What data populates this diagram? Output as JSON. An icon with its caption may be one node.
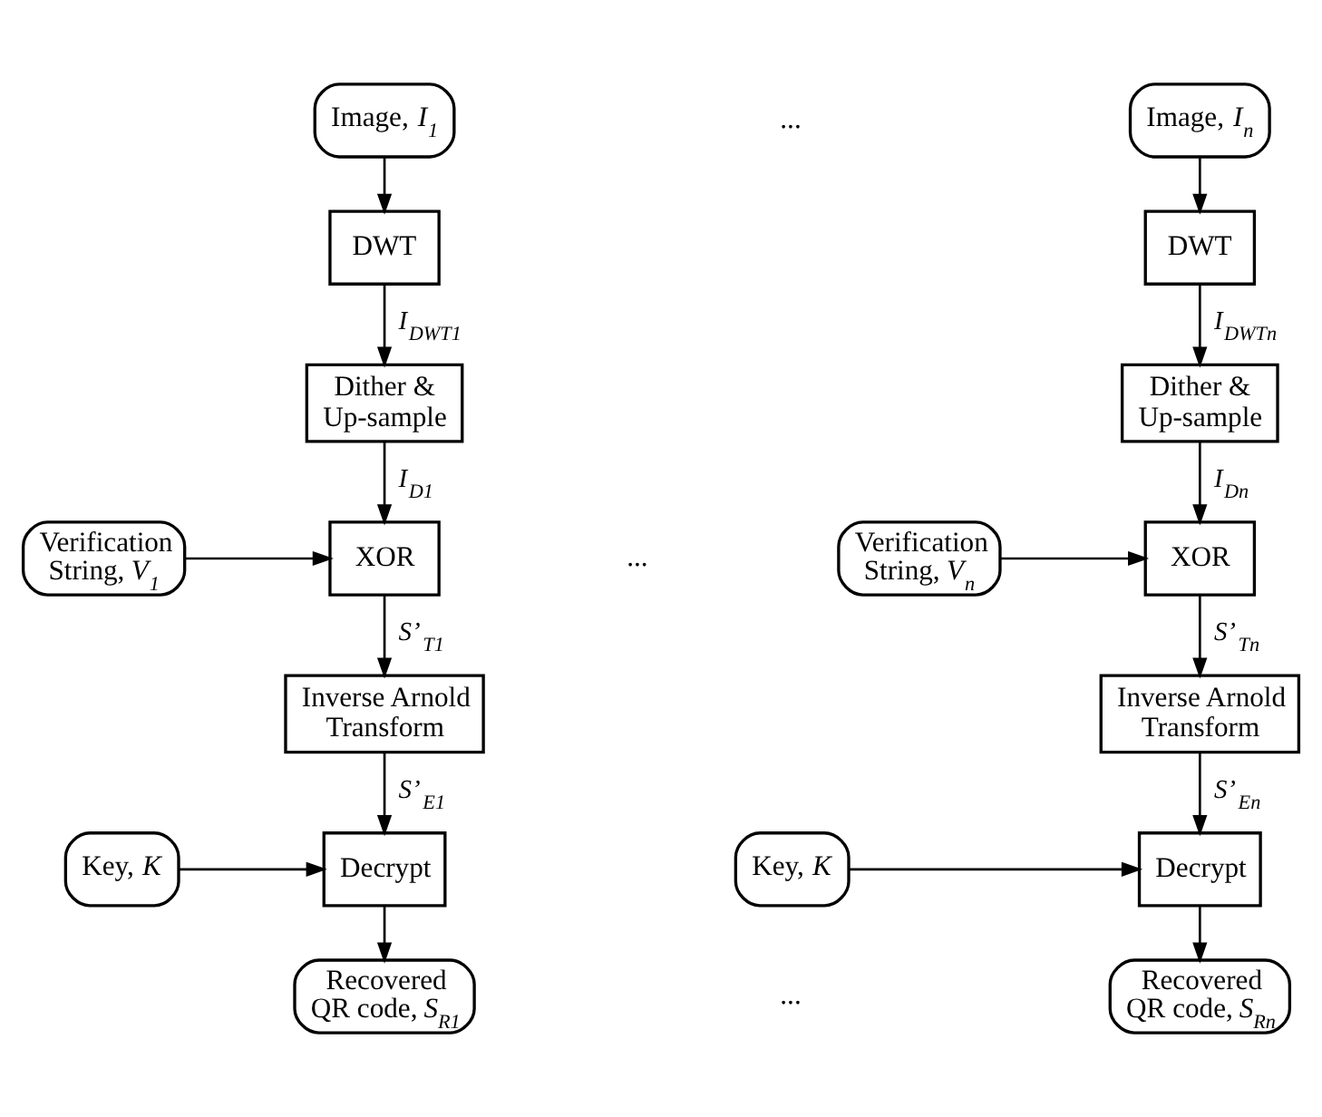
{
  "diagram": {
    "nodes": [
      {
        "text": [
          "Image, *I$_{1}$*"
        ]
      },
      {
        "text": [
          "DWT"
        ]
      },
      {
        "text": [
          "Dither & Up-sample"
        ]
      },
      {
        "text": [
          "Verification String, *V$_{1}$*"
        ]
      },
      {
        "text": [
          "XOR"
        ]
      },
      {
        "text": [
          "Inverse Arnold Transform"
        ]
      },
      {
        "text": [
          "Key, *K*"
        ]
      },
      {
        "text": [
          "Decrypt"
        ]
      },
      {
        "text": [
          "Recovered QR code, *S$_{R1}$*"
        ]
      },
      {
        "text": [
          "Image, *I$_{n}$*"
        ]
      },
      {
        "text": [
          "DWT"
        ]
      },
      {
        "text": [
          "Dither & Up-sample"
        ]
      },
      {
        "text": [
          "Verification String, *V$_{n}$*"
        ]
      },
      {
        "text": [
          "XOR"
        ]
      },
      {
        "text": [
          "Inverse Arnold Transform"
        ]
      },
      {
        "text": [
          "Key, *K*"
        ]
      },
      {
        "text": [
          "Decrypt"
        ]
      },
      {
        "text": [
          "Recovered QR code, *S$_{Rn}$*"
        ]
      }
    ],
    "edges": [
      {
        "from": 0,
        "to": 1,
        "arrow": "to"
      },
      {
        "from": 1,
        "to": 2,
        "arrow": "to",
        "label": "*I$_{DWT1}$*"
      },
      {
        "from": 2,
        "to": 4,
        "arrow": "to",
        "label": "*I$_{D1}$*"
      },
      {
        "from": 3,
        "to": 4,
        "arrow": "to"
      },
      {
        "from": 4,
        "to": 5,
        "arrow": "to",
        "label": "*S’$_{T1}$*"
      },
      {
        "from": 5,
        "to": 7,
        "arrow": "to",
        "label": "*S’$_{E1}$*"
      },
      {
        "from": 6,
        "to": 7,
        "arrow": "to"
      },
      {
        "from": 7,
        "to": 8,
        "arrow": "to"
      },
      {
        "from": 9,
        "to": 10,
        "arrow": "to"
      },
      {
        "from": 10,
        "to": 11,
        "arrow": "to",
        "label": "*I$_{DWTn}$*"
      },
      {
        "from": 11,
        "to": 13,
        "arrow": "to",
        "label": "*I$_{Dn}$*"
      },
      {
        "from": 12,
        "to": 13,
        "arrow": "to"
      },
      {
        "from": 13,
        "to": 14,
        "arrow": "to",
        "label": "*S’$_{Tn}$*"
      },
      {
        "from": 14,
        "to": 16,
        "arrow": "to",
        "label": "*S’$_{En}$*"
      },
      {
        "from": 15,
        "to": 16,
        "arrow": "to"
      },
      {
        "from": 16,
        "to": 17,
        "arrow": "to"
      }
    ],
    "labels": [
      "...",
      "...",
      "..."
    ]
  }
}
